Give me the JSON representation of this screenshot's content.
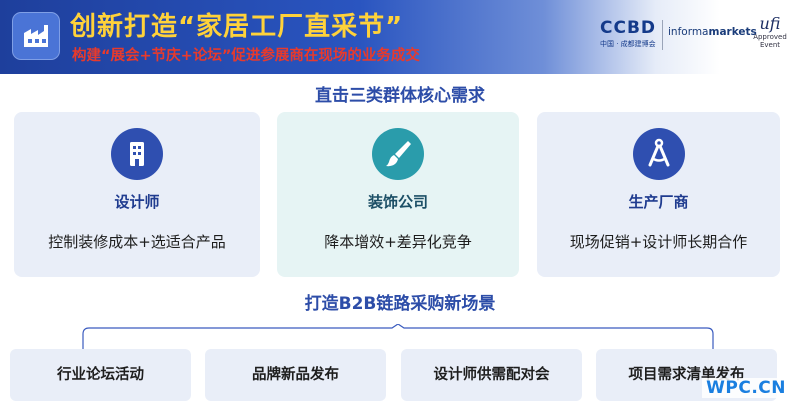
{
  "header": {
    "title": "创新打造“家居工厂直采节”",
    "subtitle": "构建“展会+节庆+论坛”促进参展商在现场的业务成交",
    "logos": {
      "ccbd": "CCBD",
      "ccbd_sub": "中国 · 成都建博会",
      "informa_light": "informa",
      "informa_bold": "markets",
      "ufi": "ufi",
      "ufi_line1": "Approved",
      "ufi_line2": "Event"
    }
  },
  "section1": {
    "title": "直击三类群体核心需求",
    "cards": [
      {
        "title": "设计师",
        "desc": "控制装修成本+选适合产品",
        "icon": "building-icon"
      },
      {
        "title": "装饰公司",
        "desc": "降本增效+差异化竞争",
        "icon": "brush-icon"
      },
      {
        "title": "生产厂商",
        "desc": "现场促销+设计师长期合作",
        "icon": "drafting-tool-icon"
      }
    ]
  },
  "section2": {
    "title": "打造B2B链路采购新场景",
    "scenes": [
      "行业论坛活动",
      "品牌新品发布",
      "设计师供需配对会",
      "项目需求清单发布"
    ]
  },
  "watermark": "WPC.CN",
  "colors": {
    "banner": "#1e3f9c",
    "title_yellow": "#ffd23a",
    "subtitle_red": "#e83a2c",
    "accent_blue": "#2f4fb0",
    "accent_teal": "#2a9cab"
  }
}
